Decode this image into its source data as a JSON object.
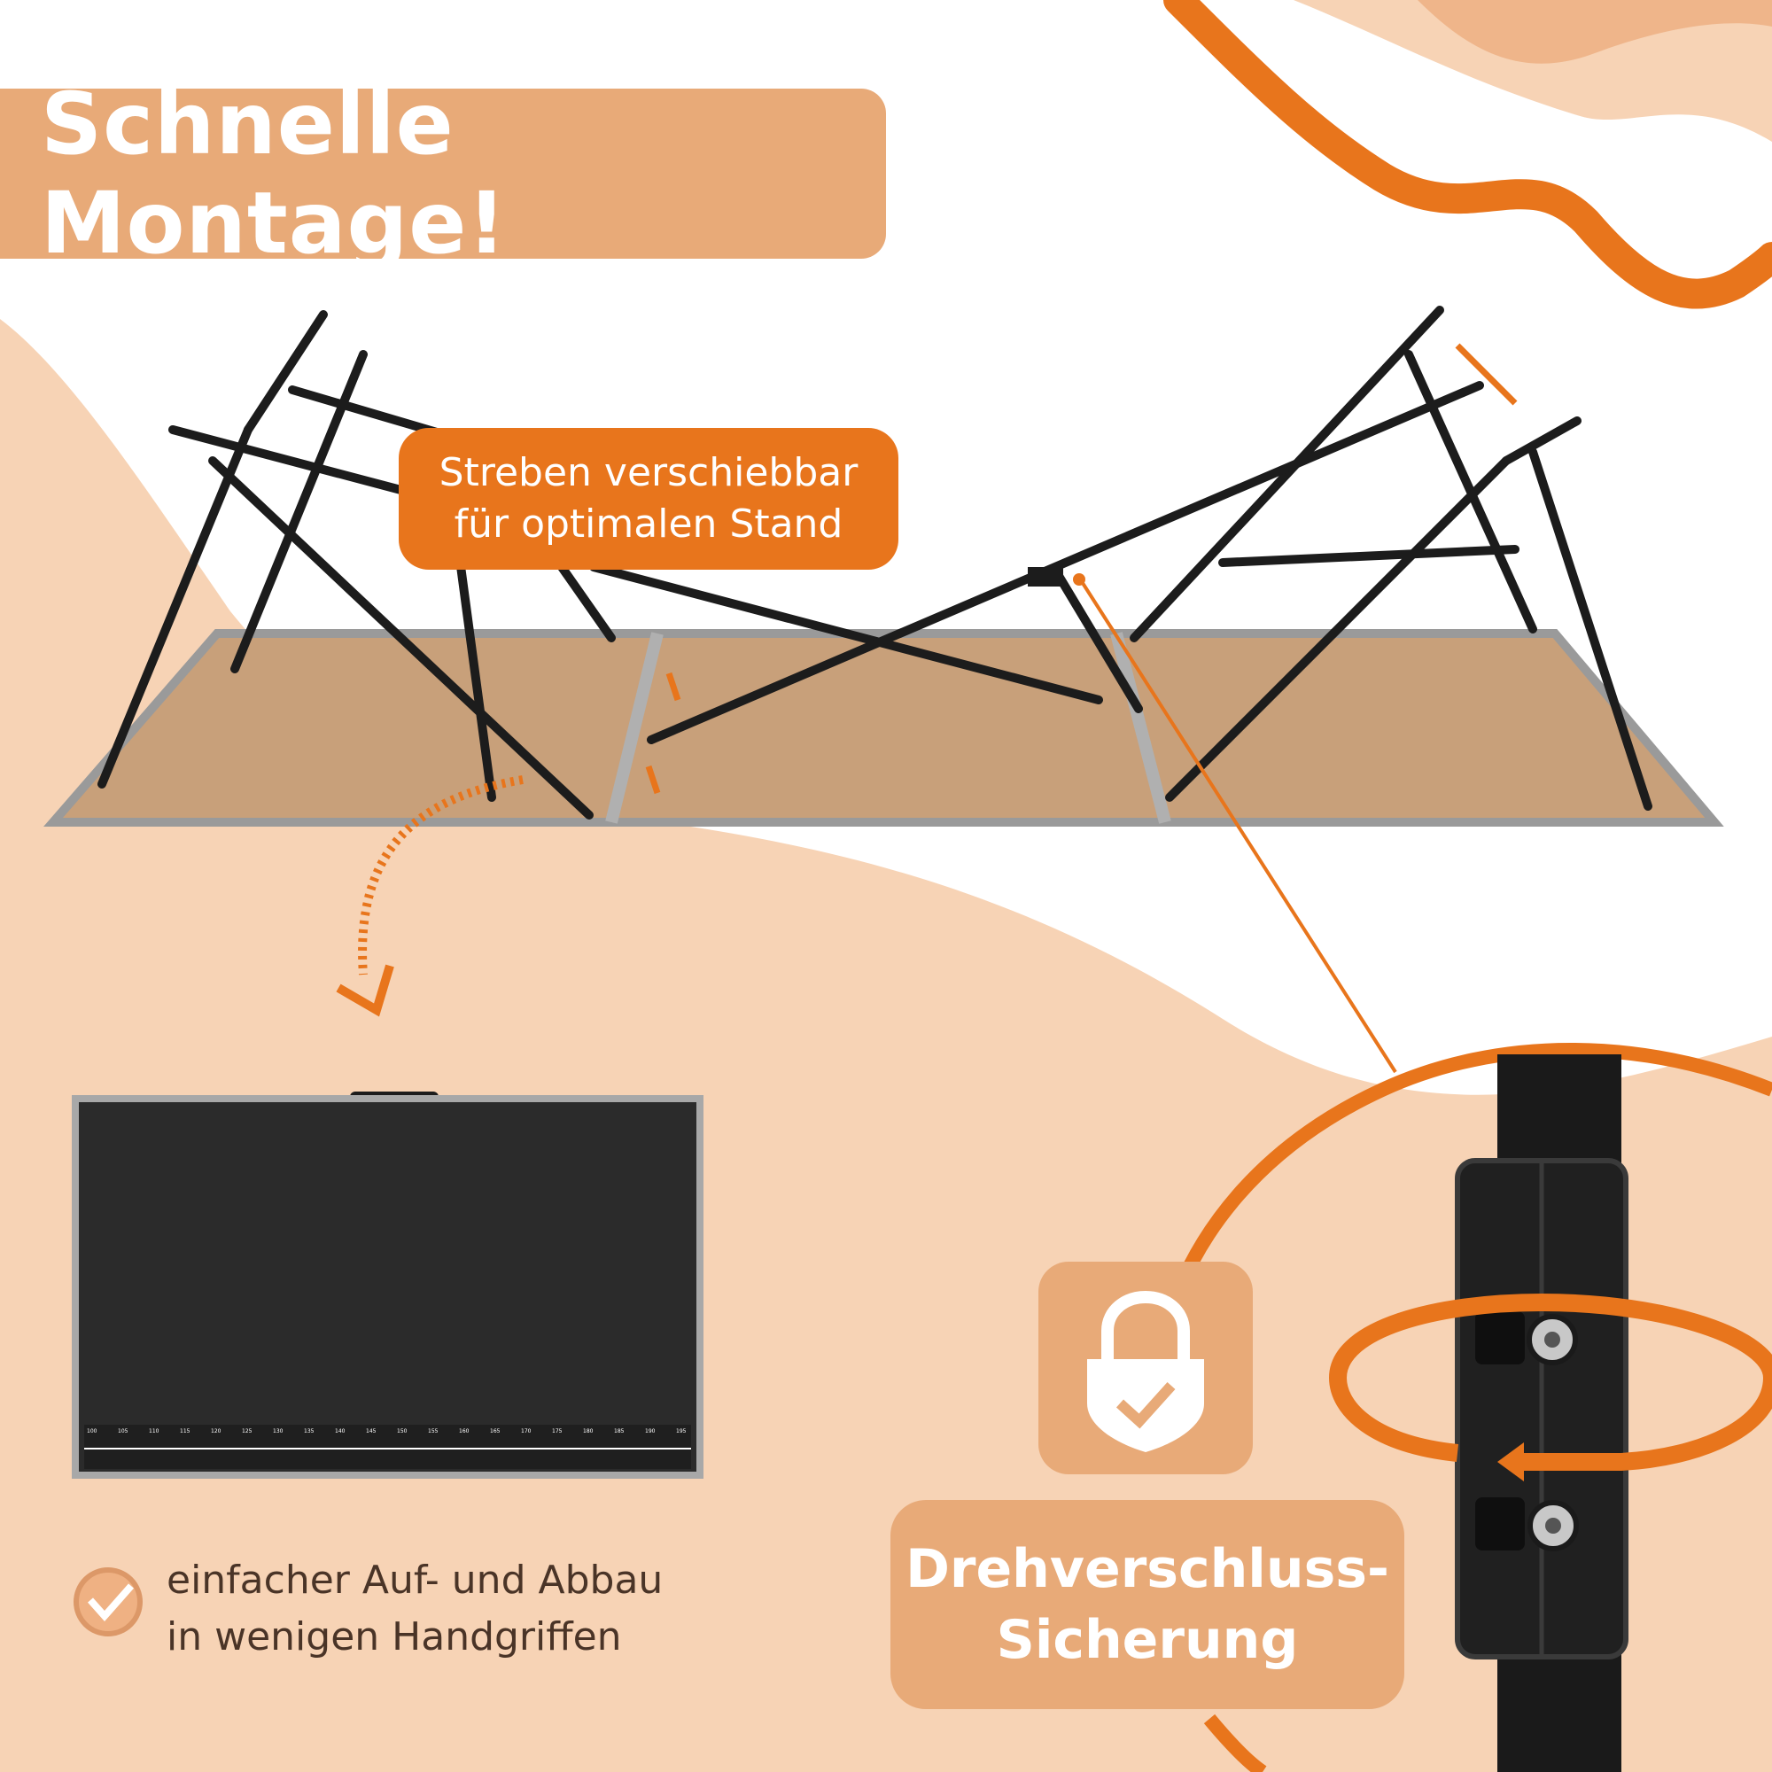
{
  "title": "Schnelle Montage!",
  "callout": {
    "line1": "Streben verschiebbar",
    "line2": "für optimalen Stand"
  },
  "feature": {
    "line1": "einfacher Auf- und Abbau",
    "line2": "in wenigen Handgriffen",
    "icon": "check-circle-icon"
  },
  "badge": {
    "line1": "Drehverschluss-",
    "line2": "Sicherung",
    "icon": "lock-check-icon"
  },
  "ruler_ticks": [
    "100",
    "105",
    "110",
    "115",
    "120",
    "125",
    "130",
    "135",
    "140",
    "145",
    "150",
    "155",
    "160",
    "165",
    "170",
    "175",
    "180",
    "185",
    "190",
    "195"
  ],
  "colors": {
    "accent_orange": "#e8751c",
    "soft_orange": "#e8aa78",
    "peach_bg": "#f7d3b5",
    "text_brown": "#4a3427"
  }
}
